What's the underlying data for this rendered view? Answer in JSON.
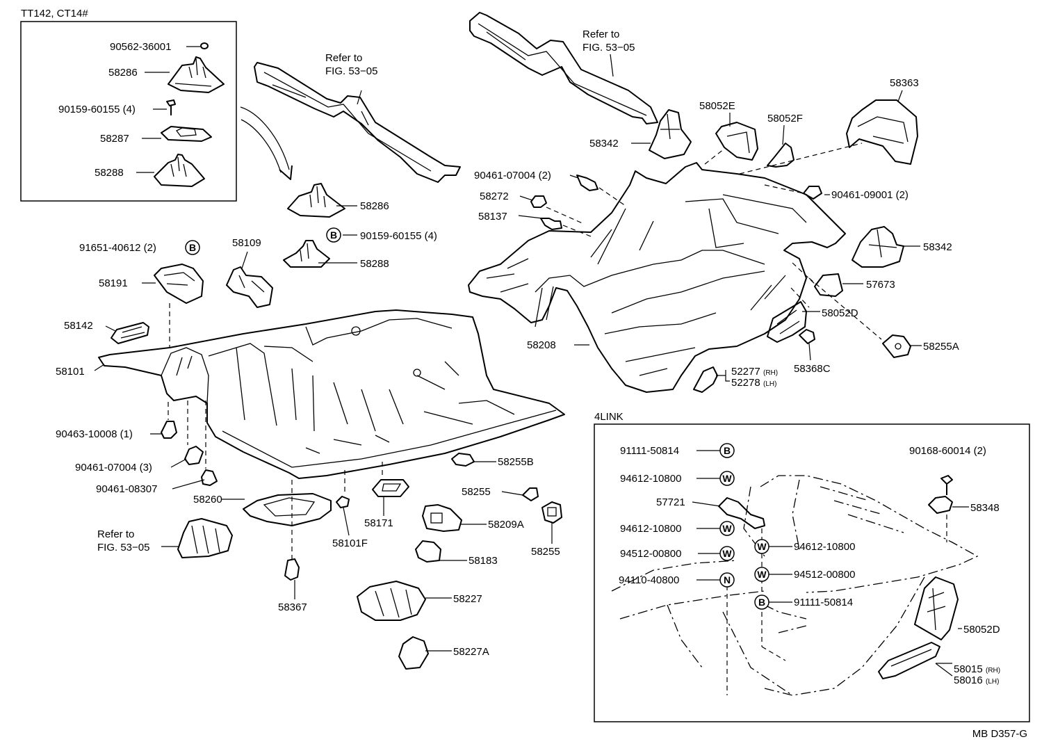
{
  "groups": {
    "tt142": "TT142, CT14#",
    "link4": "4LINK"
  },
  "drawing_code": "MB D357-G",
  "refs": {
    "ref1": [
      "Refer to",
      "FIG. 53−05"
    ],
    "ref2": [
      "Refer to",
      "FIG. 53−05"
    ],
    "ref3": [
      "Refer to",
      "FIG. 53−05"
    ]
  },
  "symbols": {
    "b": "B",
    "w": "W",
    "n": "N"
  },
  "labels": {
    "p1": "90562-36001",
    "p2": "58286",
    "p3": "90159-60155 (4)",
    "p4": "58287",
    "p5": "58288",
    "p6": "58286",
    "p7": "90159-60155 (4)",
    "p8": "58288",
    "p9": "91651-40612 (2)",
    "p10": "58191",
    "p11": "58109",
    "p12": "58142",
    "p13": "58101",
    "p14": "90463-10008 (1)",
    "p15": "90461-07004 (3)",
    "p16": "90461-08307",
    "p17": "58260",
    "p18": "58367",
    "p19": "58101F",
    "p20": "58171",
    "p21": "58255B",
    "p22": "58255",
    "p23": "58209A",
    "p24": "58255",
    "p25": "58183",
    "p26": "58227",
    "p27": "58227A",
    "p28": "58342",
    "p29": "58052E",
    "p30": "58052F",
    "p31": "58363",
    "p32": "90461-07004 (2)",
    "p33": "58272",
    "p34": "58137",
    "p35": "90461-09001 (2)",
    "p36": "58342",
    "p37": "57673",
    "p38": "58052D",
    "p39": "58255A",
    "p40": "58208",
    "p41": "58368C",
    "p42": "91111-50814",
    "p43": "94612-10800",
    "p44": "57721",
    "p45": "94612-10800",
    "p46": "94512-00800",
    "p47": "94110-40800",
    "p48": "94612-10800",
    "p49": "94512-00800",
    "p50": "91111-50814",
    "p51": "90168-60014 (2)",
    "p52": "58348",
    "p53": "58052D",
    "p54": "58015",
    "p55": "58016",
    "p56": "52277",
    "p57": "52278"
  },
  "subs": {
    "rh": "(RH)",
    "lh": "(LH)"
  }
}
